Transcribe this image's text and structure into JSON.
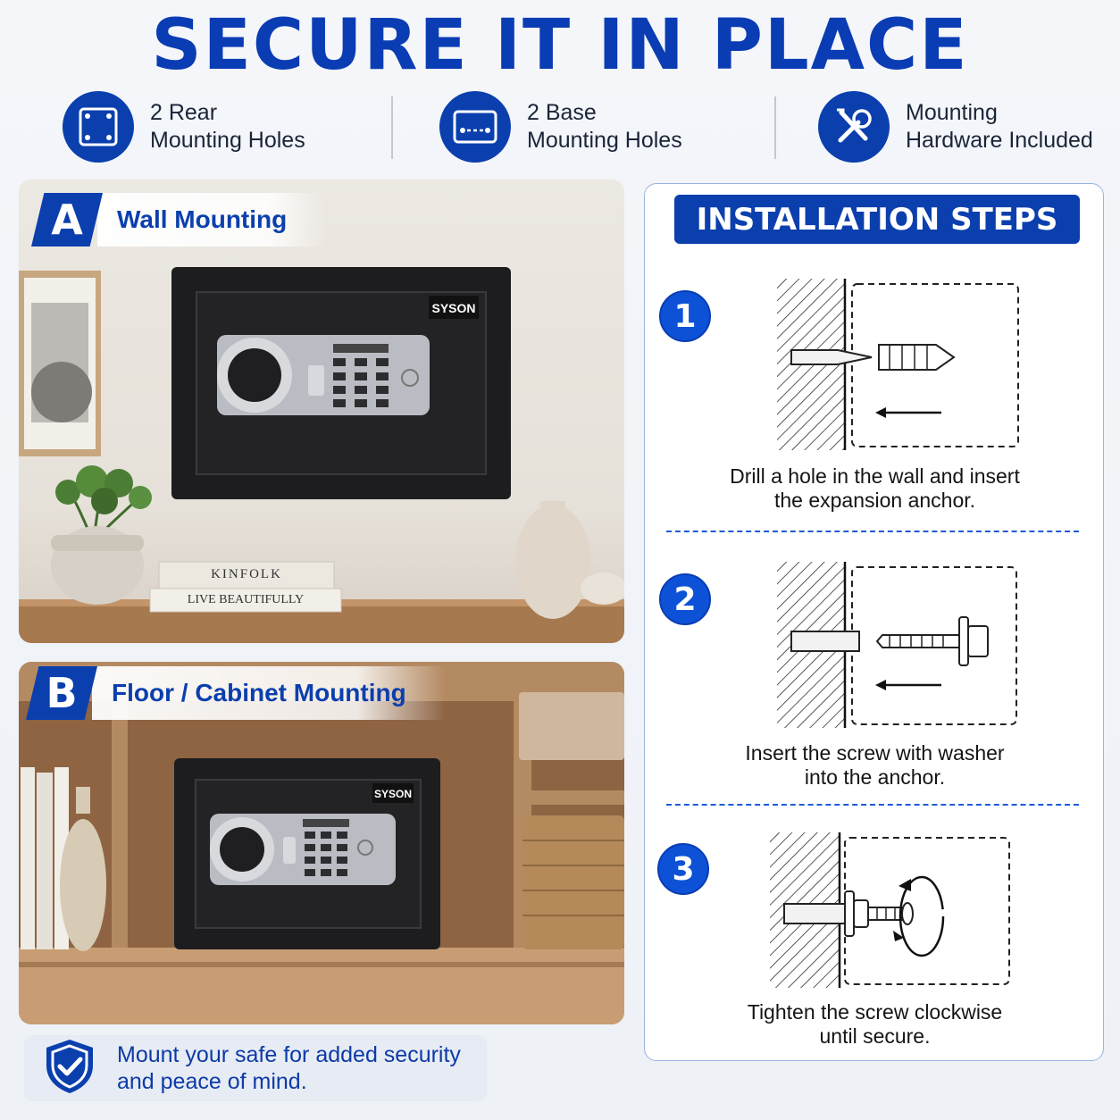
{
  "title": "SECURE IT IN PLACE",
  "features": [
    {
      "icon": "rear-mounting-plate-icon",
      "line1": "2 Rear",
      "line2": "Mounting Holes"
    },
    {
      "icon": "base-mounting-plate-icon",
      "line1": "2 Base",
      "line2": "Mounting Holes"
    },
    {
      "icon": "wrench-screwdriver-icon",
      "line1": "Mounting",
      "line2": "Hardware Included"
    }
  ],
  "panel_a": {
    "letter": "A",
    "label": "Wall Mounting",
    "brand": "SYSON",
    "book1": "KINFOLK",
    "book2": "LIVE BEAUTIFULLY"
  },
  "panel_b": {
    "letter": "B",
    "label": "Floor / Cabinet Mounting",
    "brand": "SYSON"
  },
  "note": {
    "icon": "shield-check-icon",
    "line1": "Mount your safe for added security",
    "line2": "and peace of mind."
  },
  "install": {
    "title": "INSTALLATION STEPS",
    "steps": [
      {
        "number": "1",
        "line1": "Drill a hole in the wall and insert",
        "line2": "the expansion anchor."
      },
      {
        "number": "2",
        "line1": "Insert the screw with washer",
        "line2": "into the anchor."
      },
      {
        "number": "3",
        "line1": "Tighten the screw clockwise",
        "line2": "until secure."
      }
    ]
  },
  "colors": {
    "brand_blue": "#0b3fae",
    "accent_blue": "#0d52d6",
    "safe_black": "#1d1d1f"
  }
}
